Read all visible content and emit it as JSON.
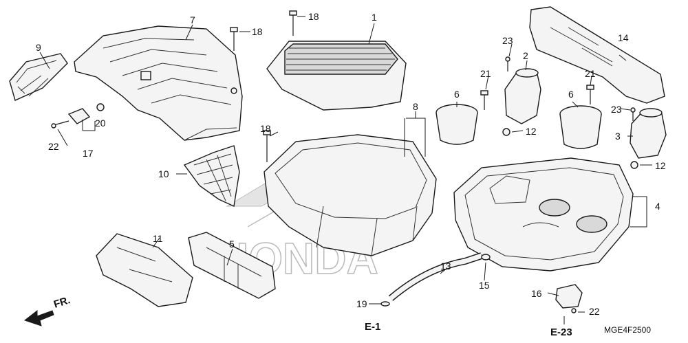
{
  "diagram": {
    "drawing_code": "MGE4F2500",
    "watermark": "HONDA",
    "front_arrow_label": "FR.",
    "references": {
      "left": "E-1",
      "right": "E-23"
    },
    "callouts": [
      {
        "id": "c1",
        "label": "1"
      },
      {
        "id": "c2",
        "label": "2"
      },
      {
        "id": "c3",
        "label": "3"
      },
      {
        "id": "c4",
        "label": "4"
      },
      {
        "id": "c5",
        "label": "5"
      },
      {
        "id": "c6a",
        "label": "6"
      },
      {
        "id": "c6b",
        "label": "6"
      },
      {
        "id": "c7",
        "label": "7"
      },
      {
        "id": "c8",
        "label": "8"
      },
      {
        "id": "c9",
        "label": "9"
      },
      {
        "id": "c10",
        "label": "10"
      },
      {
        "id": "c11",
        "label": "11"
      },
      {
        "id": "c12a",
        "label": "12"
      },
      {
        "id": "c12b",
        "label": "12"
      },
      {
        "id": "c13",
        "label": "13"
      },
      {
        "id": "c14",
        "label": "14"
      },
      {
        "id": "c15",
        "label": "15"
      },
      {
        "id": "c16",
        "label": "16"
      },
      {
        "id": "c17",
        "label": "17"
      },
      {
        "id": "c18a",
        "label": "18"
      },
      {
        "id": "c18b",
        "label": "18"
      },
      {
        "id": "c18c",
        "label": "18"
      },
      {
        "id": "c19",
        "label": "19"
      },
      {
        "id": "c20",
        "label": "20"
      },
      {
        "id": "c21a",
        "label": "21"
      },
      {
        "id": "c21b",
        "label": "21"
      },
      {
        "id": "c22a",
        "label": "22"
      },
      {
        "id": "c22b",
        "label": "22"
      },
      {
        "id": "c23a",
        "label": "23"
      },
      {
        "id": "c23b",
        "label": "23"
      }
    ]
  }
}
